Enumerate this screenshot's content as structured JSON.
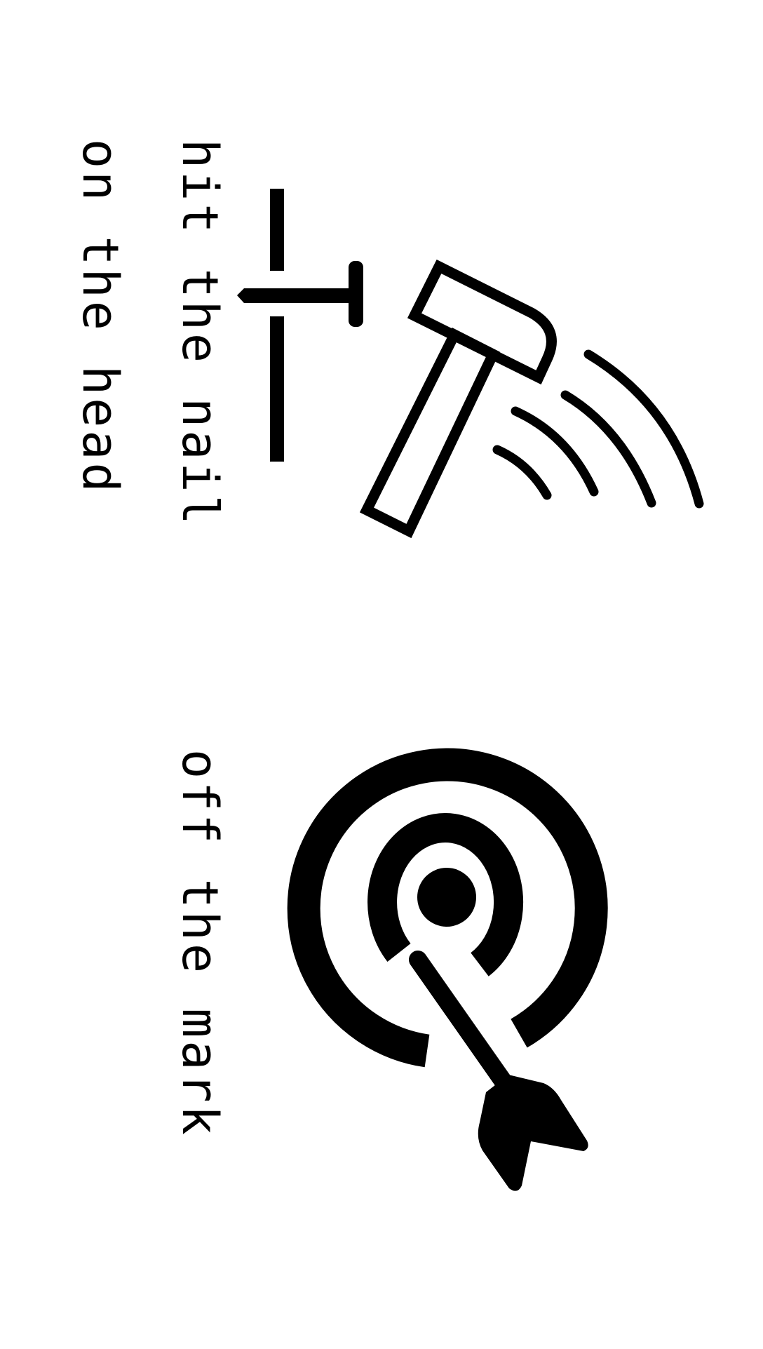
{
  "idiom_1": {
    "line_1": "hit the nail",
    "line_2": "on the head",
    "icon": "hammer-nail-icon"
  },
  "idiom_2": {
    "line_1": "off the mark",
    "icon": "target-arrow-icon"
  },
  "colors": {
    "ink": "#000000",
    "background": "#ffffff"
  }
}
